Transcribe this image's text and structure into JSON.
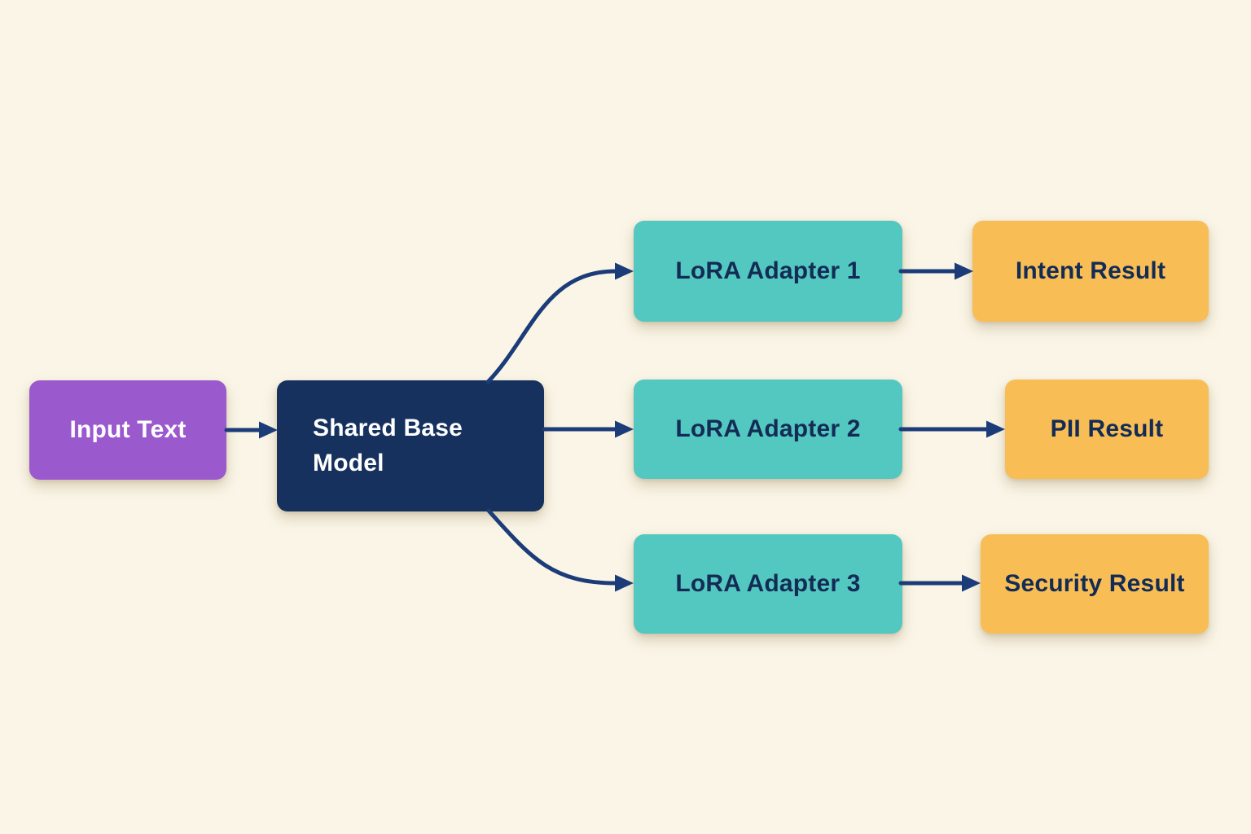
{
  "diagram": {
    "background_color": "#FAF5E7",
    "arrow_color": "#1B3C78",
    "nodes": [
      {
        "id": "input-text",
        "label": "Input Text",
        "fill": "#9B59CE",
        "text_color": "#FFFFFF"
      },
      {
        "id": "shared-base-model",
        "label": "Shared Base Model",
        "fill": "#16315E",
        "text_color": "#FFFFFF"
      },
      {
        "id": "lora-adapter-1",
        "label": "LoRA Adapter 1",
        "fill": "#53C8C0",
        "text_color": "#142C55"
      },
      {
        "id": "lora-adapter-2",
        "label": "LoRA Adapter 2",
        "fill": "#53C8C0",
        "text_color": "#142C55"
      },
      {
        "id": "lora-adapter-3",
        "label": "LoRA Adapter 3",
        "fill": "#53C8C0",
        "text_color": "#142C55"
      },
      {
        "id": "intent-result",
        "label": "Intent Result",
        "fill": "#F8BE55",
        "text_color": "#142C55"
      },
      {
        "id": "pii-result",
        "label": "PII Result",
        "fill": "#F8BE55",
        "text_color": "#142C55"
      },
      {
        "id": "security-result",
        "label": "Security Result",
        "fill": "#F8BE55",
        "text_color": "#142C55"
      }
    ],
    "edges": [
      {
        "from": "input-text",
        "to": "shared-base-model"
      },
      {
        "from": "shared-base-model",
        "to": "lora-adapter-1"
      },
      {
        "from": "shared-base-model",
        "to": "lora-adapter-2"
      },
      {
        "from": "shared-base-model",
        "to": "lora-adapter-3"
      },
      {
        "from": "lora-adapter-1",
        "to": "intent-result"
      },
      {
        "from": "lora-adapter-2",
        "to": "pii-result"
      },
      {
        "from": "lora-adapter-3",
        "to": "security-result"
      }
    ]
  }
}
